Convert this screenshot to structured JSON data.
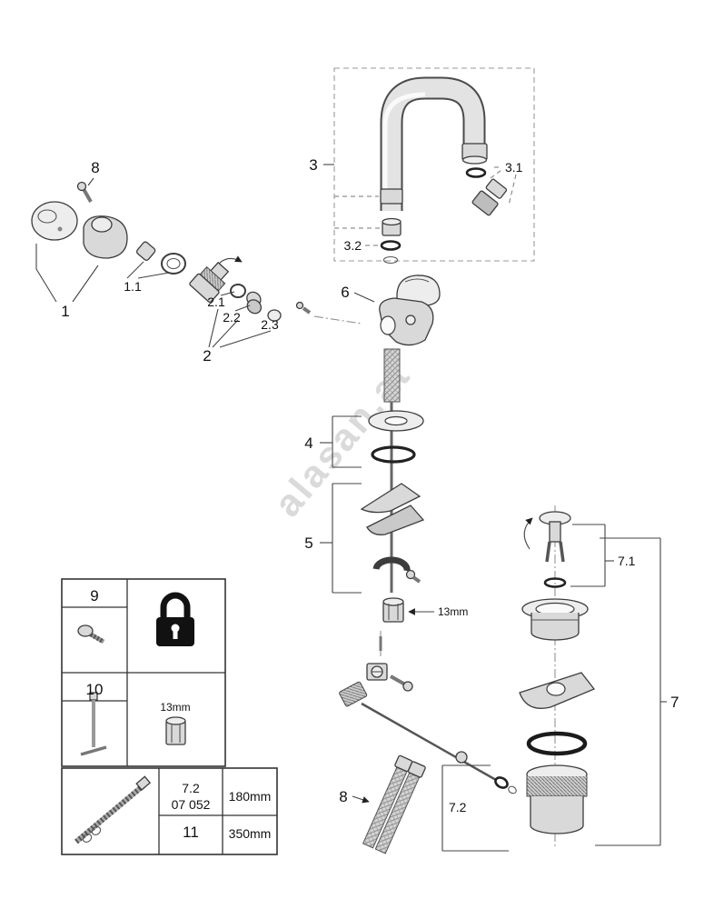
{
  "watermark": {
    "text": "alasan.at"
  },
  "diagram": {
    "labels": {
      "handle_screw": "8",
      "handle_group": "1",
      "handle_sub": "1.1",
      "cartridge_group": "2",
      "cartridge_sub1": "2.1",
      "cartridge_sub2": "2.2",
      "cartridge_sub3": "2.3",
      "spout_group": "3",
      "spout_sub1": "3.1",
      "spout_sub2": "3.2",
      "mounting_washers": "4",
      "mounting_set": "5",
      "body": "6",
      "drain_group": "7",
      "drain_plug": "7.1",
      "drain_rod": "7.2",
      "hoses": "8",
      "nut_size": "13mm"
    }
  },
  "legend": {
    "row1": {
      "label": "9"
    },
    "row2": {
      "label": "10",
      "nut_size": "13mm"
    },
    "row3": {
      "label": "11",
      "ref_top": "7.2",
      "ref_bottom": "07 052",
      "length_short": "180mm",
      "length_long": "350mm"
    }
  }
}
